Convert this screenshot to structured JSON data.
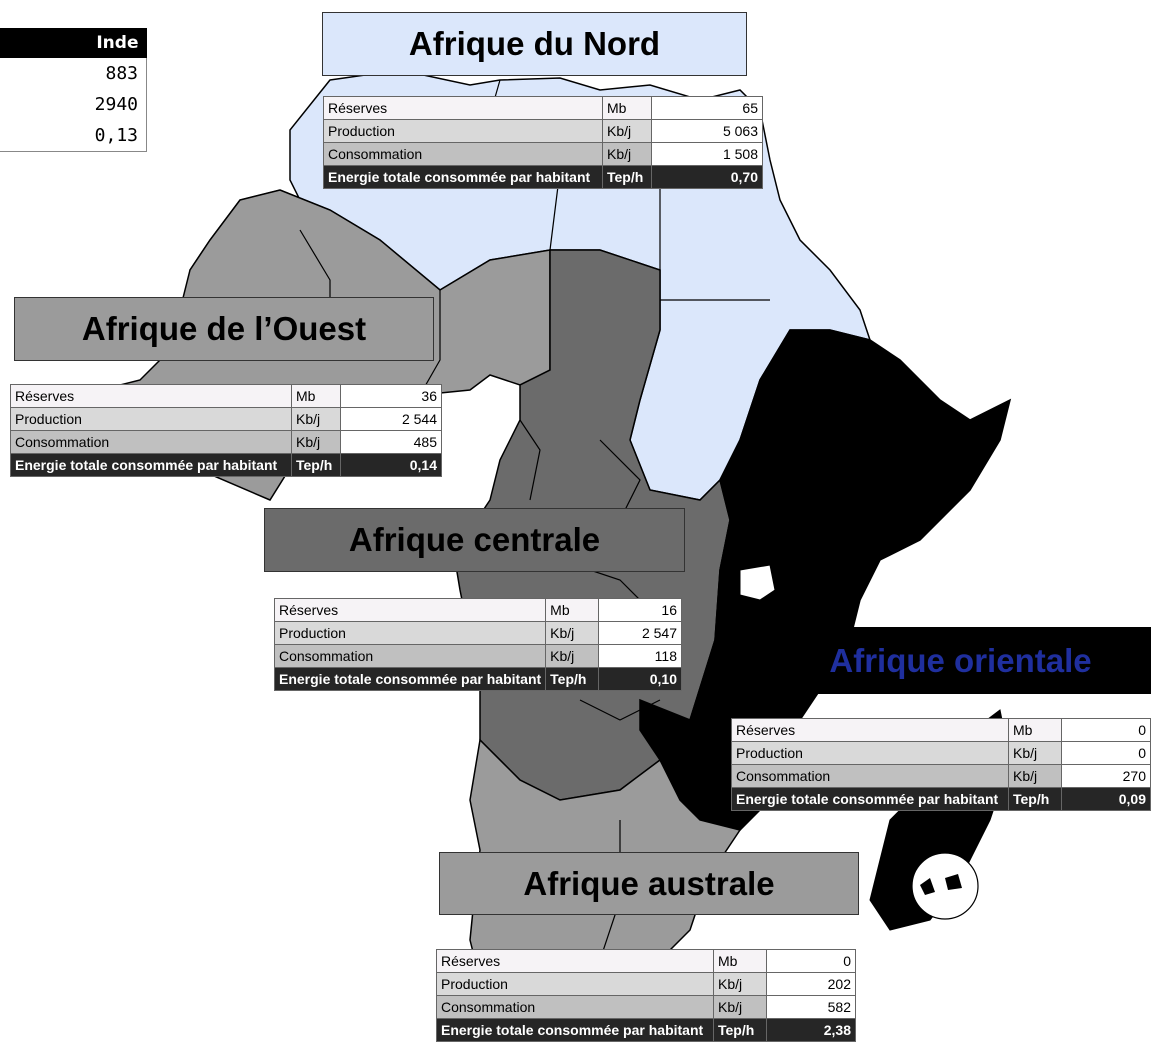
{
  "inde": {
    "header": "Inde",
    "values": [
      "883",
      "2940",
      "0,13"
    ]
  },
  "regions": [
    {
      "id": "nord",
      "title": "Afrique du Nord",
      "rows": [
        {
          "label": "Réserves",
          "unit": "Mb",
          "value": "65"
        },
        {
          "label": "Production",
          "unit": "Kb/j",
          "value": "5 063"
        },
        {
          "label": "Consommation",
          "unit": "Kb/j",
          "value": "1 508"
        },
        {
          "label": "Energie totale consommée par habitant",
          "unit": "Tep/h",
          "value": "0,70"
        }
      ]
    },
    {
      "id": "ouest",
      "title": "Afrique de l’Ouest",
      "rows": [
        {
          "label": "Réserves",
          "unit": "Mb",
          "value": "36"
        },
        {
          "label": "Production",
          "unit": "Kb/j",
          "value": "2 544"
        },
        {
          "label": "Consommation",
          "unit": "Kb/j",
          "value": "485"
        },
        {
          "label": "Energie totale consommée par habitant",
          "unit": "Tep/h",
          "value": "0,14"
        }
      ]
    },
    {
      "id": "centrale",
      "title": "Afrique centrale",
      "rows": [
        {
          "label": "Réserves",
          "unit": "Mb",
          "value": "16"
        },
        {
          "label": "Production",
          "unit": "Kb/j",
          "value": "2 547"
        },
        {
          "label": "Consommation",
          "unit": "Kb/j",
          "value": "118"
        },
        {
          "label": "Energie totale consommée par habitant",
          "unit": "Tep/h",
          "value": "0,10"
        }
      ]
    },
    {
      "id": "orientale",
      "title": "Afrique orientale",
      "rows": [
        {
          "label": "Réserves",
          "unit": "Mb",
          "value": "0"
        },
        {
          "label": "Production",
          "unit": "Kb/j",
          "value": "0"
        },
        {
          "label": "Consommation",
          "unit": "Kb/j",
          "value": "270"
        },
        {
          "label": "Energie totale consommée par habitant",
          "unit": "Tep/h",
          "value": "0,09"
        }
      ]
    },
    {
      "id": "australe",
      "title": "Afrique australe",
      "rows": [
        {
          "label": "Réserves",
          "unit": "Mb",
          "value": "0"
        },
        {
          "label": "Production",
          "unit": "Kb/j",
          "value": "202"
        },
        {
          "label": "Consommation",
          "unit": "Kb/j",
          "value": "582"
        },
        {
          "label": "Energie totale consommée par habitant",
          "unit": "Tep/h",
          "value": "2,38"
        }
      ]
    }
  ],
  "colors": {
    "north": "#dbe7fb",
    "west": "#9b9b9b",
    "central": "#6b6b6b",
    "east": "#000000",
    "south": "#9b9b9b",
    "border": "#000000",
    "east_title_text": "#1f2f9e"
  }
}
